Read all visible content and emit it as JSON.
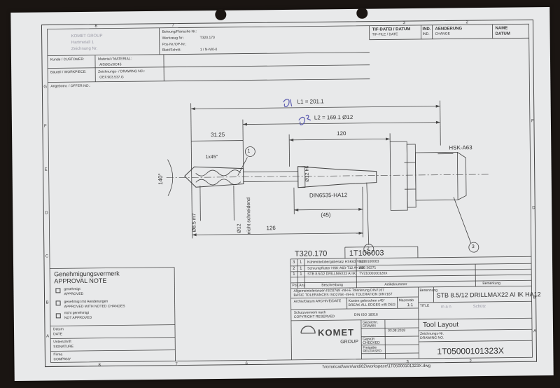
{
  "header": {
    "stamp_lines": [
      "KOMET GROUP",
      "Hartmetall 1",
      "Zeichnung Nr."
    ],
    "bohrung_label": "Bohrung/Flansche Nr.:",
    "werkzeug_label": "Werkzeug Nr.:",
    "werkzeug_value": "T320.170",
    "pos_label": "Pos-Nr./OP-Nr.:",
    "blatt_label": "Blatt/Schritt:",
    "blatt_value": "1 / N-N/0-0",
    "kunde_label": "Kunde / CUSTOMER:",
    "material_label": "Material / MATERIAL:",
    "material_value": "AlSi9Cu3/C45",
    "bauteil_label": "Bauteil / WORKPIECE:",
    "bauteil_value": "",
    "zeichnung_label": "Zeichnungs- / DRAWING NO.:",
    "zeichnung_value": "OEF.903.537.G",
    "angebot_label": "Angebotnr. / OFFER NO.:"
  },
  "revision": {
    "tif_label": "TIF-DATEI / DATUM",
    "tif_label_en": "TIF-FILE / DATE",
    "ind_label": "IND.",
    "ind_label_en": "IND.",
    "change_label": "AENDERUNG",
    "change_label_en": "CHANGE",
    "name_label": "NAME",
    "date_label": "DATUM"
  },
  "dimensions": {
    "l1": "L1 = 201.1",
    "l2": "L2 = 169.1  Ø12",
    "d120": "120",
    "d3125": "31.25",
    "chamfer": "1x45°",
    "d126": "126",
    "d45": "(45)",
    "din_label": "DIN6535-HA12",
    "hsk_label": "HSK-A63",
    "angle": "140°",
    "d85": "Ø8.5 m7",
    "d12": "Ø12",
    "cutting_edge": "nicht schneidend",
    "d12h6": "Ø12 h6"
  },
  "balloons": [
    "1",
    "2",
    "3"
  ],
  "approval": {
    "title_de": "Genehmigungsvermerk",
    "title_en": "APPROVAL NOTE",
    "options": [
      {
        "de": "genehmigt",
        "en": "APPROVED"
      },
      {
        "de": "genehmigt mit Aenderungen",
        "en": "APPROVED WITH NOTED CHANGES"
      },
      {
        "de": "nicht genehmigt",
        "en": "NOT APPROVED"
      }
    ],
    "datum_de": "Datum",
    "datum_en": "DATE",
    "sig_de": "Unterschrift",
    "sig_en": "SIGNATURE",
    "firma_de": "Firma",
    "firma_en": "COMPANY"
  },
  "bom": {
    "headers": {
      "pos": "Pos.",
      "qty": "Anz",
      "desc": "Beschreibung",
      "article": "Artikelnummer",
      "remark": "Bemerkung"
    },
    "rows": [
      {
        "pos": "3",
        "qty": "1",
        "desc": "Kühlmittelübergabesatz HSK63 Viton",
        "article": "S139100063"
      },
      {
        "pos": "2",
        "qty": "1",
        "desc": "Schrumpffutter HSK-A63-T12 A=120",
        "article": "A06 36271"
      },
      {
        "pos": "1",
        "qty": "1",
        "desc": "STB 8.5/12 DRILLMAX22 AI IK",
        "article": "TV21000100120X"
      }
    ]
  },
  "title_block": {
    "top_left_number": "T320.170",
    "top_right_number": "1T106003",
    "tolerance_de": "Allgemeintoleranzen ISO2768 -mH-E  Tolerierung DIN7167",
    "tolerance_en": "BASIC TOLERANCES ISO2768 -mH-E  TOLERATION DIN7167",
    "archiv_label": "Archiv/Datum  ARCHIVE/DATE",
    "edges_de": "Kanten gebrochen  x45°",
    "edges_en": "BREAK ALL EDGES  x45 DEG",
    "scale_label": "Massstab",
    "scale_value": "1:1",
    "copyright_de": "Schutzvermerk nach",
    "copyright_en": "COPYRIGHT RESERVED",
    "din": "DIN ISO 16016",
    "benennung_label": "Benennung",
    "tool_title": "STB 8.5/12 DRILLMAX22 AI IK HA12",
    "title_label": "TITLE",
    "handwritten_left": "m a n",
    "handwritten_right": "Schütz",
    "subtitle": "Tool Layout",
    "drawing_no_de": "Zeichnungs-Nr.",
    "drawing_no_en": "DRAWING NO.",
    "drawing_number": "1T05000101323X",
    "gezeichnet_de": "Gezeichn.",
    "gezeichnet_en": "DRAWN",
    "date_value": "03.08.2018",
    "geprueft_de": "Geprüft",
    "geprueft_en": "CHECKED",
    "freigabe_de": "Freigabe",
    "freigabe_en": "RELEASED",
    "logo": "KOMET",
    "logo_sub": "GROUP"
  },
  "footer": {
    "path": "\\\\roma\\cad\\wsm\\andi02\\workspace\\1T05000101323X.dwg"
  },
  "grid": {
    "rows": [
      "G",
      "F",
      "E",
      "D",
      "C",
      "B",
      "A"
    ],
    "cols": [
      "8",
      "7",
      "6",
      "3",
      "2"
    ]
  }
}
